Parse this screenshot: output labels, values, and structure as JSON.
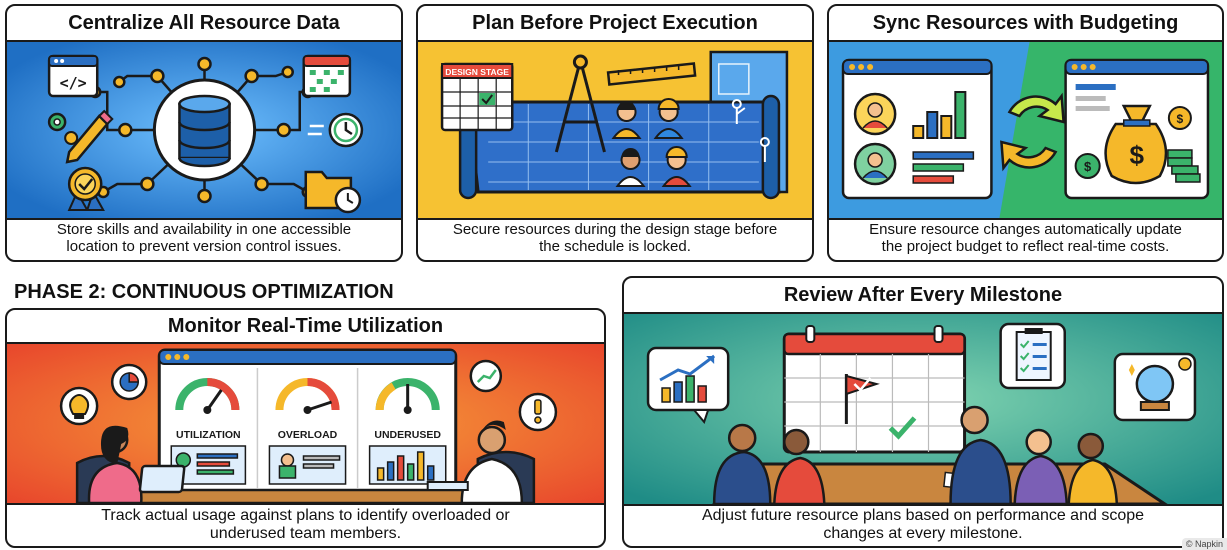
{
  "panels": [
    {
      "title": "Centralize All Resource Data",
      "caption_line1": "Store skills and availability in one accessible",
      "caption_line2": "location to prevent version control issues."
    },
    {
      "title": "Plan Before Project Execution",
      "caption_line1": "Secure resources during the design stage before",
      "caption_line2": "the schedule is locked.",
      "badge": "DESIGN STAGE"
    },
    {
      "title": "Sync Resources with Budgeting",
      "caption_line1": "Ensure resource changes automatically update",
      "caption_line2": "the project budget to reflect real-time costs."
    },
    {
      "title": "Monitor Real-Time Utilization",
      "caption_line1": "Track actual usage against plans to identify overloaded or",
      "caption_line2": "underused team members.",
      "gauges": [
        "UTILIZATION",
        "OVERLOAD",
        "UNDERUSED"
      ]
    },
    {
      "title": "Review After Every Milestone",
      "caption_line1": "Adjust future resource plans based on performance and scope",
      "caption_line2": "changes at every milestone."
    }
  ],
  "phase2_heading": "PHASE 2: CONTINUOUS OPTIMIZATION",
  "watermark": "© Napkin",
  "icons": [
    "code-window-icon",
    "gear-icon",
    "pencil-icon",
    "award-badge-icon",
    "database-icon",
    "calendar-icon",
    "clock-icon",
    "folder-icon",
    "compass-icon",
    "ruler-icon",
    "blueprint-icon",
    "sync-arrows-icon",
    "money-bag-icon",
    "dollar-coin-icon",
    "gauge-icon",
    "lightbulb-icon",
    "pie-chart-icon",
    "exclamation-icon",
    "trend-chart-icon",
    "checklist-icon",
    "crystal-ball-icon",
    "flag-icon"
  ],
  "colors": {
    "panel1_bg": "#2f87dd",
    "panel2_bg": "#f6c233",
    "panel3_bg_left": "#3d9be0",
    "panel3_bg_right": "#36b56a",
    "panel4_bg": "#f0562f",
    "panel5_bg": "#2aa594",
    "border": "#1a1a1a",
    "node": "#f5b82a"
  }
}
